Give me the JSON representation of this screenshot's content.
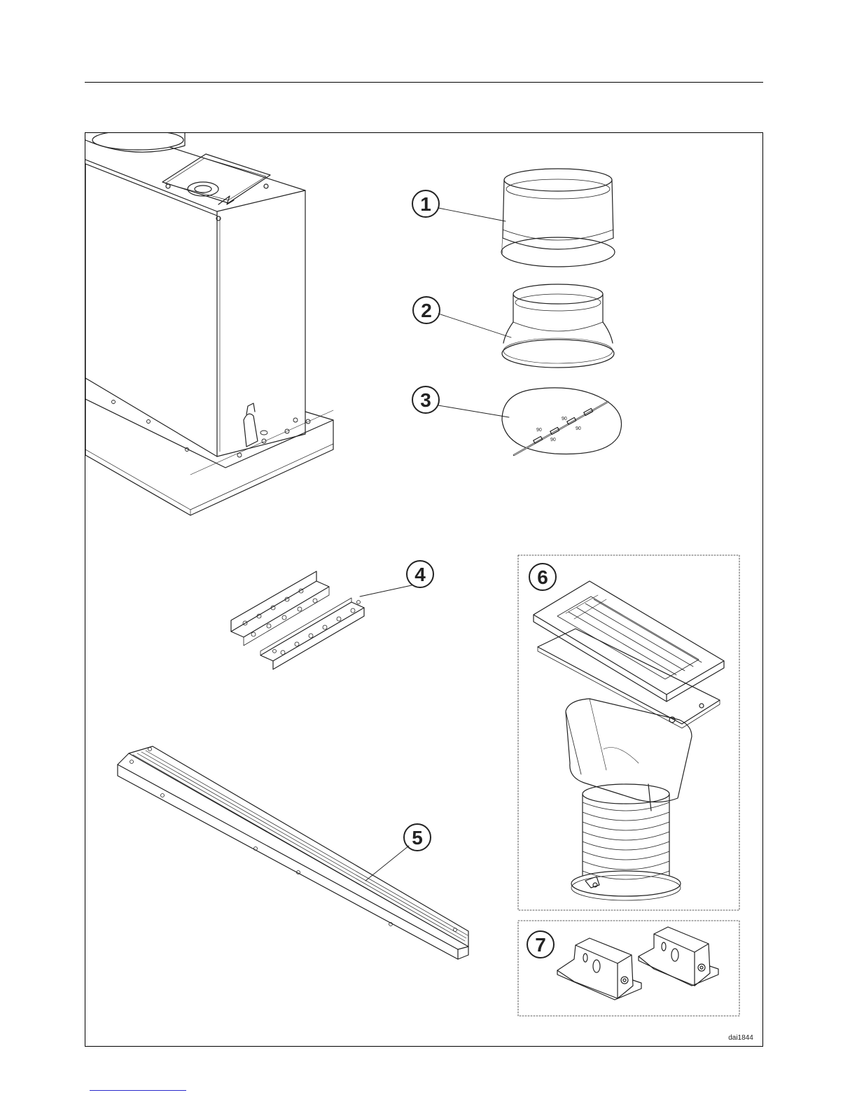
{
  "callouts": [
    "1",
    "2",
    "3",
    "4",
    "5",
    "6",
    "7"
  ],
  "figure_code": "dai1844",
  "collar_marks": [
    "90",
    "90",
    "90",
    "90"
  ],
  "icons": {
    "hood-body": "hood-unit-drawing",
    "collar-ring": "duct-ring-icon",
    "reducer": "reducer-collar-icon",
    "flap": "non-return-flap-icon",
    "brackets": "angle-bracket-icon",
    "strip": "trim-strip-icon",
    "grille-kit": "recirculation-kit-icon",
    "clips": "mounting-clip-icon"
  }
}
